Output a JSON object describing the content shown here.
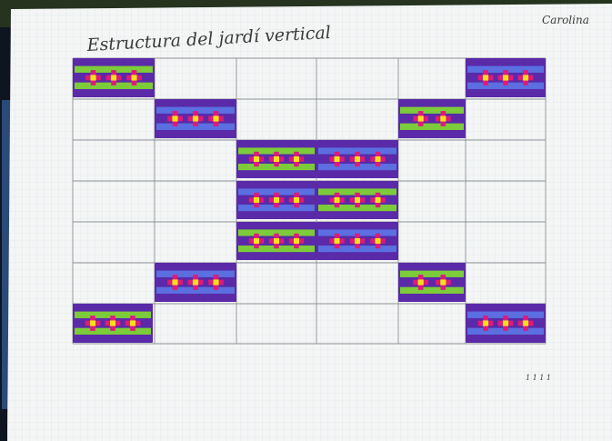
{
  "drawing": {
    "title": "Estructura del jardí vertical",
    "signature": "Carolina",
    "footnote": "1 1 1 1"
  },
  "colors": {
    "background_top": "#2f3f2c",
    "background_left": "#0f1420",
    "paper": "#f4f6f6",
    "grid_fine": "#cfd6dc",
    "grid_main": "#8c8f93",
    "purple": "#5a2aa8",
    "blue": "#5b6fe0",
    "green": "#7ccc3a",
    "magenta": "#e0197a",
    "yellow": "#f5e21a"
  },
  "pattern": {
    "type": "A",
    "types": [
      "A",
      "B"
    ]
  }
}
